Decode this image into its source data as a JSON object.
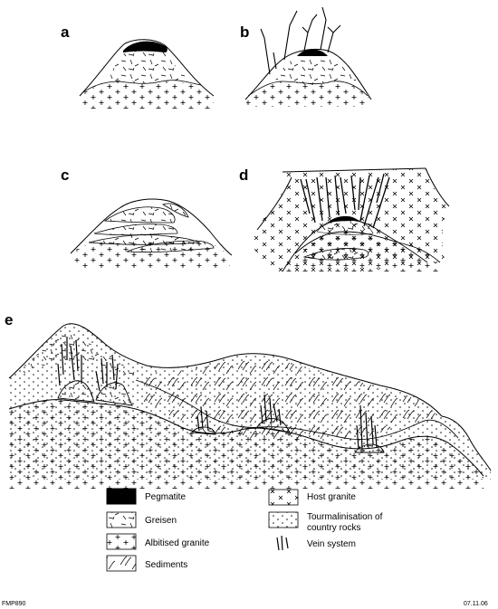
{
  "panels": {
    "a": "a",
    "b": "b",
    "c": "c",
    "d": "d",
    "e": "e"
  },
  "legend": {
    "items": [
      {
        "label": "Pegmatite",
        "pattern": "pegmatite"
      },
      {
        "label": "Greisen",
        "pattern": "greisen"
      },
      {
        "label": "Albitised granite",
        "pattern": "albitised"
      },
      {
        "label": "Sediments",
        "pattern": "sediments"
      },
      {
        "label": "Host granite",
        "pattern": "host-granite"
      },
      {
        "label_line1": "Tourmalinisation of",
        "label_line2": "country rocks",
        "pattern": "tourmalinisation"
      },
      {
        "label": "Vein system",
        "pattern": "veins"
      }
    ]
  },
  "footer": {
    "code": "FMP890",
    "date": "07.11.06"
  },
  "colors": {
    "ink": "#000000",
    "paper": "#ffffff"
  }
}
